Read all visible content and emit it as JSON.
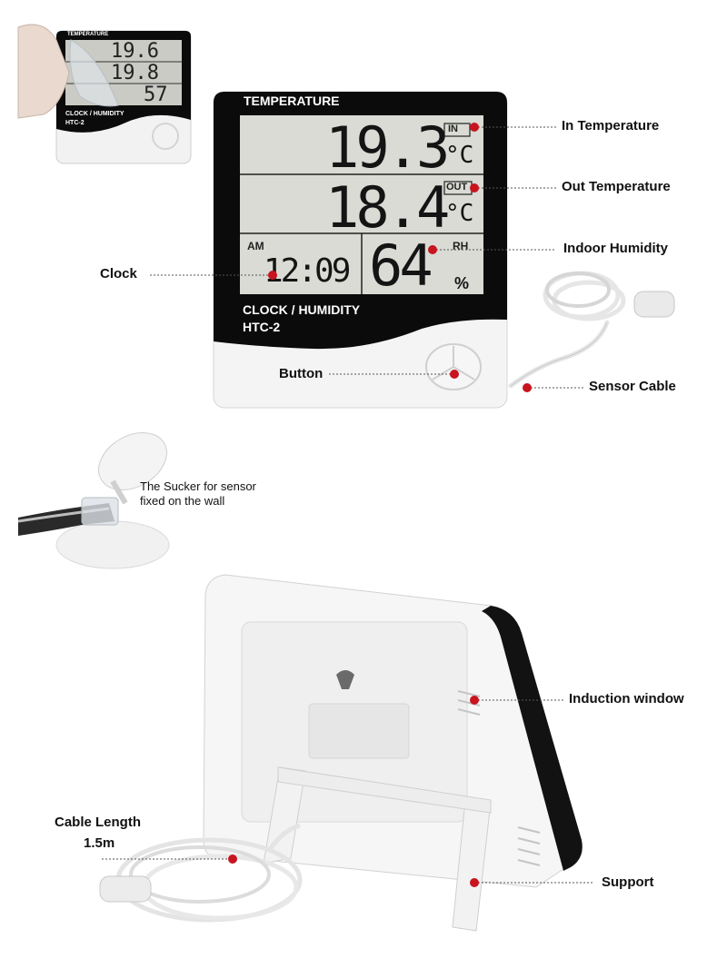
{
  "device": {
    "header": "TEMPERATURE",
    "in_temp": "19.3",
    "out_temp": "18.4",
    "deg_unit": "°C",
    "in_tag": "IN",
    "out_tag": "OUT",
    "ampm": "AM",
    "clock_time": "12:09",
    "humidity": "64",
    "rh_tag": "RH",
    "pct": "%",
    "footer_title": "CLOCK / HUMIDITY",
    "model": "HTC-2"
  },
  "thumbnail": {
    "header": "TEMPERATURE",
    "footer_title": "CLOCK / HUMIDITY",
    "model": "HTC-2",
    "row1": "19.6",
    "row2": "19.8",
    "row3": "57"
  },
  "callouts": {
    "in_temperature": "In Temperature",
    "out_temperature": "Out Temperature",
    "indoor_humidity": "Indoor Humidity",
    "clock": "Clock",
    "button": "Button",
    "sensor_cable": "Sensor Cable",
    "induction_window": "Induction window",
    "support": "Support",
    "cable_length_line1": "Cable Length",
    "cable_length_line2": "1.5m"
  },
  "sucker_note": {
    "line1": "The Sucker for sensor",
    "line2": "fixed on the wall"
  },
  "colors": {
    "accent_dot": "#c8141e",
    "device_black": "#0b0b0b",
    "lcd": "#d9dbd4",
    "body_white": "#f4f4f4"
  }
}
